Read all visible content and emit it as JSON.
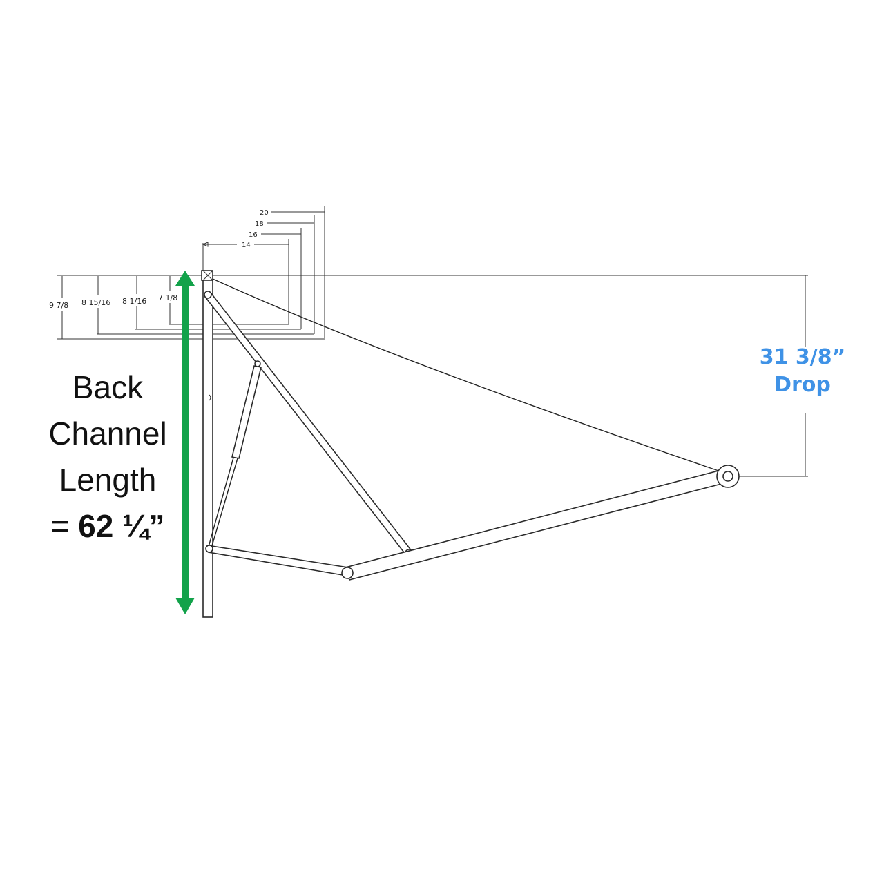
{
  "top_dimensions": [
    "20",
    "18",
    "16",
    "14"
  ],
  "side_dimensions": [
    "9 7/8",
    "8 15/16",
    "8 1/16",
    "7 1/8"
  ],
  "back_channel": {
    "line1": "Back",
    "line2": "Channel",
    "line3": "Length",
    "prefix": "=",
    "value": "62  ¼”"
  },
  "drop": {
    "value": "31 3/8”",
    "label": "Drop"
  },
  "colors": {
    "back_channel_arrow": "#12a24a",
    "drop_text": "#3f92e6",
    "drawing_lines": "#222222"
  }
}
